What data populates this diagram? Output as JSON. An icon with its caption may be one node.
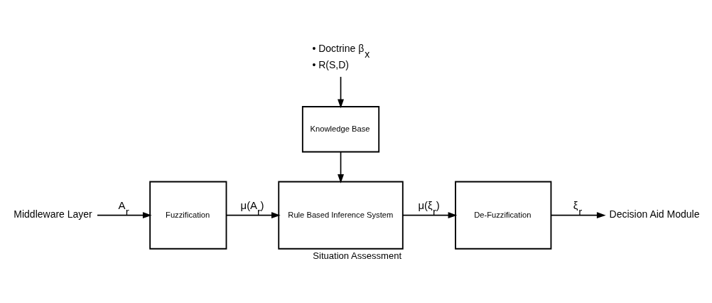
{
  "diagram": {
    "caption": "Situation Assessment",
    "nodes": [
      {
        "text": [
          "• Doctrine β$_{x}$",
          "• R(S,D)"
        ]
      },
      {
        "text": [
          "Knowledge Base"
        ]
      },
      {
        "text": [
          "Middleware Layer"
        ]
      },
      {
        "text": [
          "Fuzzification"
        ]
      },
      {
        "text": [
          "Rule Based Inference System"
        ]
      },
      {
        "text": [
          "De-Fuzzification"
        ]
      },
      {
        "text": [
          "Decision Aid Module"
        ]
      }
    ],
    "edges": [
      {
        "from": 0,
        "to": 1,
        "arrow": "to"
      },
      {
        "from": 1,
        "to": 4,
        "arrow": "to"
      },
      {
        "from": 2,
        "to": 3,
        "arrow": "to",
        "label": "A$_{r}$"
      },
      {
        "from": 3,
        "to": 4,
        "arrow": "to",
        "label": "μ(A$_{r}$)"
      },
      {
        "from": 4,
        "to": 5,
        "arrow": "to",
        "label": "μ(ξ$_{r}$)"
      },
      {
        "from": 5,
        "to": 6,
        "arrow": "to",
        "label": "ξ$_{r}$"
      }
    ]
  }
}
